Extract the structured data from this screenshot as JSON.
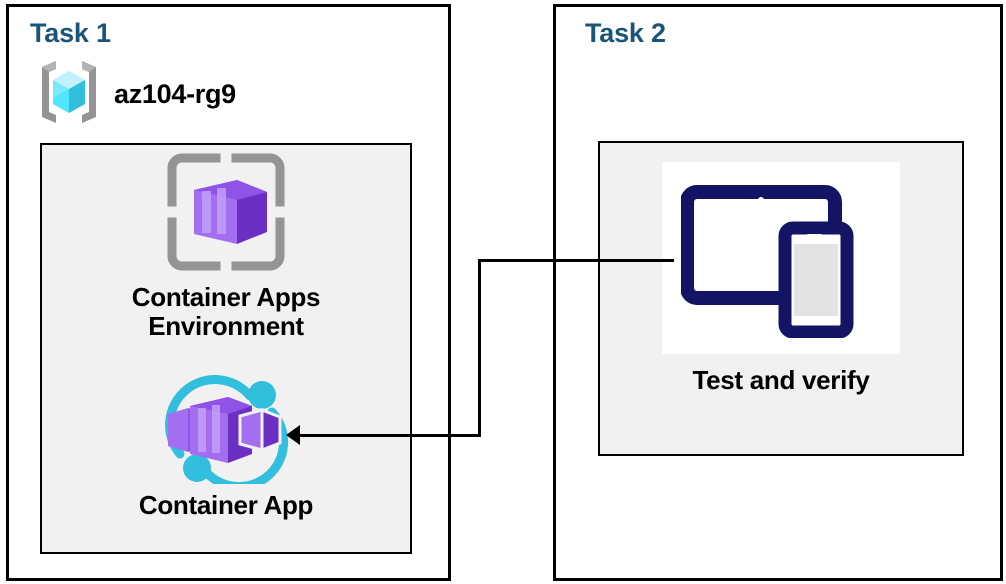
{
  "diagram": {
    "title_color": "#1a5579",
    "panels": [
      {
        "id": "task1",
        "title": "Task 1",
        "resource_group": {
          "label": "az104-rg9",
          "icon": "resource-group-icon"
        },
        "nodes": [
          {
            "label": "Container Apps\nEnvironment",
            "icon": "container-apps-environment-icon"
          },
          {
            "label": "Container App",
            "icon": "container-app-icon"
          }
        ]
      },
      {
        "id": "task2",
        "title": "Task 2",
        "nodes": [
          {
            "label": "Test and verify",
            "icon": "devices-test-icon"
          }
        ]
      }
    ],
    "connector": {
      "from": "Test and verify",
      "to": "Container App",
      "arrow_direction": "left",
      "color": "#000000"
    },
    "colors": {
      "panel_border": "#000000",
      "inner_box_fill": "#f1f1f1",
      "container_purple": "#7a38d6",
      "container_purple_light": "#a46ef0",
      "accent_cyan": "#32bedd",
      "resource_group_cube": "#50e6ff",
      "bracket_gray": "#949494",
      "device_navy": "#141464"
    }
  }
}
